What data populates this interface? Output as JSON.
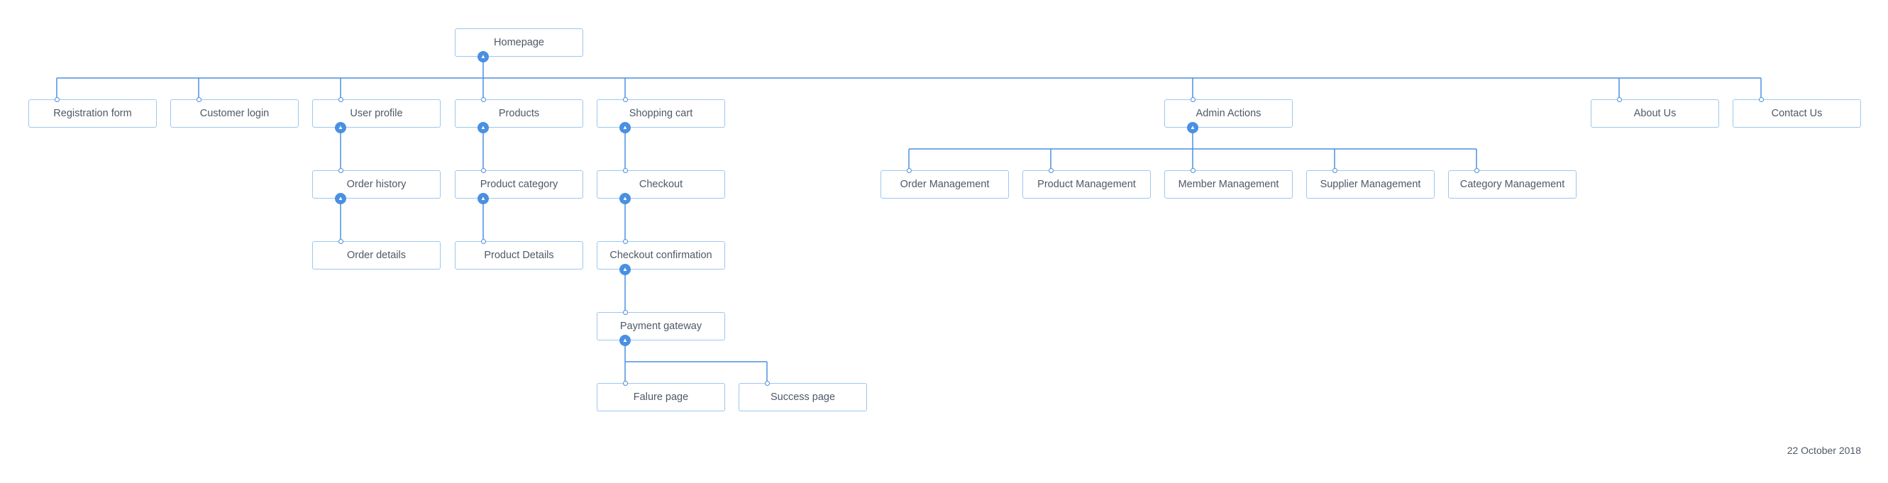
{
  "diagram": {
    "nodes": [
      {
        "id": "homepage",
        "label": "Homepage"
      },
      {
        "id": "registration",
        "label": "Registration form",
        "parent": "homepage"
      },
      {
        "id": "login",
        "label": "Customer login",
        "parent": "homepage"
      },
      {
        "id": "profile",
        "label": "User profile",
        "parent": "homepage"
      },
      {
        "id": "products",
        "label": "Products",
        "parent": "homepage"
      },
      {
        "id": "cart",
        "label": "Shopping cart",
        "parent": "homepage"
      },
      {
        "id": "admin",
        "label": "Admin Actions",
        "parent": "homepage"
      },
      {
        "id": "about",
        "label": "About Us",
        "parent": "homepage"
      },
      {
        "id": "contact",
        "label": "Contact Us",
        "parent": "homepage"
      },
      {
        "id": "order_history",
        "label": "Order history",
        "parent": "profile"
      },
      {
        "id": "order_details",
        "label": "Order details",
        "parent": "order_history"
      },
      {
        "id": "product_category",
        "label": "Product category",
        "parent": "products"
      },
      {
        "id": "product_details",
        "label": "Product Details",
        "parent": "product_category"
      },
      {
        "id": "checkout",
        "label": "Checkout",
        "parent": "cart"
      },
      {
        "id": "checkout_confirmation",
        "label": "Checkout confirmation",
        "parent": "checkout"
      },
      {
        "id": "payment_gateway",
        "label": "Payment gateway",
        "parent": "checkout_confirmation"
      },
      {
        "id": "failure",
        "label": "Falure page",
        "parent": "payment_gateway"
      },
      {
        "id": "success",
        "label": "Success page",
        "parent": "payment_gateway"
      },
      {
        "id": "order_mgmt",
        "label": "Order Management",
        "parent": "admin"
      },
      {
        "id": "product_mgmt",
        "label": "Product Management",
        "parent": "admin"
      },
      {
        "id": "member_mgmt",
        "label": "Member Management",
        "parent": "admin"
      },
      {
        "id": "supplier_mgmt",
        "label": "Supplier Management",
        "parent": "admin"
      },
      {
        "id": "category_mgmt",
        "label": "Category Management",
        "parent": "admin"
      }
    ],
    "date": "22 October 2018",
    "colors": {
      "connector": "#4a90e2",
      "node_border": "#9ec6ee",
      "text": "#4f5966"
    }
  }
}
